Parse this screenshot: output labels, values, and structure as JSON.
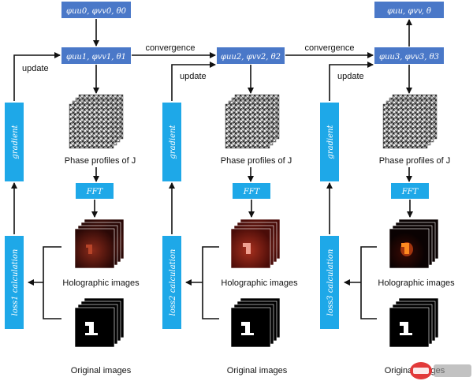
{
  "params": {
    "initial": "φuu0, φvv0, θ0",
    "step1": "φuu1, φvv1, θ1",
    "step2": "φuu2, φvv2, θ2",
    "step3": "φuu3, φvv3, θ3",
    "final": "φuu, φvv, θ"
  },
  "labels": {
    "convergence": "convergence",
    "update": "update",
    "phase_profiles": "Phase profiles of J",
    "fft": "FFT",
    "gradient": "gradient",
    "holographic": "Holographic images",
    "original": "Original images"
  },
  "loss_labels": [
    "loss1 calculation",
    "loss2 calculation",
    "loss3 calculation"
  ],
  "colors": {
    "param_box": "#4a78c8",
    "op_box": "#1ea8e8",
    "arrow": "#111111"
  },
  "icons": [
    "phase-noise-stack-icon",
    "holographic-stack-icon",
    "original-digit-stack-icon",
    "watermark-logo-icon"
  ]
}
